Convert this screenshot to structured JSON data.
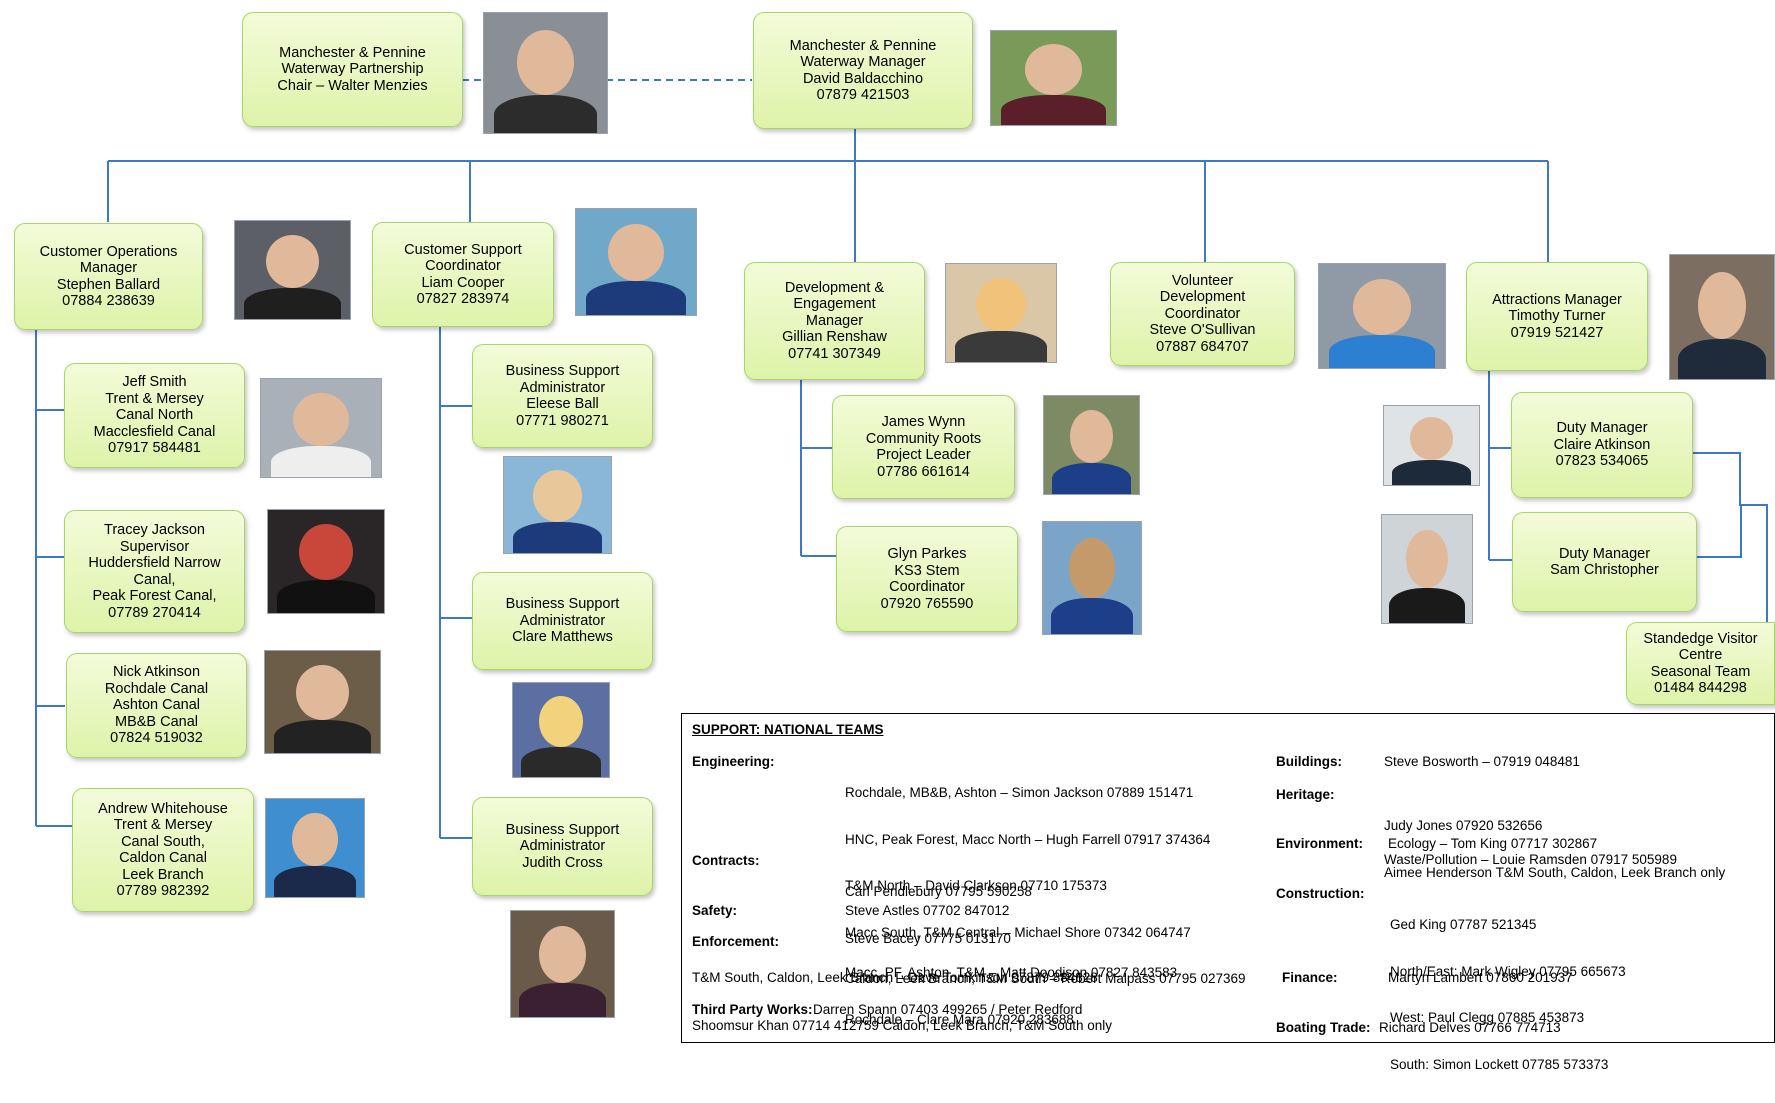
{
  "colors": {
    "box_fill": "#e3f5b3",
    "box_border": "#a9d46a",
    "connector": "#3f78c4",
    "support_border": "#000000"
  },
  "chair": {
    "lines": [
      "Manchester & Pennine",
      "Waterway Partnership",
      "Chair – Walter Menzies"
    ]
  },
  "manager": {
    "lines": [
      "Manchester & Pennine",
      "Waterway Manager",
      "David Baldacchino",
      "07879 421503"
    ]
  },
  "customer_ops": {
    "lines": [
      "Customer Operations",
      "Manager",
      "Stephen Ballard",
      "07884 238639"
    ]
  },
  "customer_support": {
    "lines": [
      "Customer Support",
      "Coordinator",
      "Liam Cooper",
      "07827 283974"
    ]
  },
  "development": {
    "lines": [
      "Development &",
      "Engagement",
      "Manager",
      "Gillian Renshaw",
      "07741 307349"
    ]
  },
  "volunteer": {
    "lines": [
      "Volunteer",
      "Development",
      "Coordinator",
      "Steve O'Sullivan",
      "07887 684707"
    ]
  },
  "attractions": {
    "lines": [
      "Attractions Manager",
      "Timothy Turner",
      "07919 521427"
    ]
  },
  "jeff": {
    "lines": [
      "Jeff Smith",
      "Trent & Mersey",
      "Canal North",
      "Macclesfield Canal",
      "07917 584481"
    ]
  },
  "tracey": {
    "lines": [
      "Tracey Jackson",
      "Supervisor",
      "Huddersfield Narrow",
      "Canal,",
      "Peak Forest Canal,",
      "07789 270414"
    ]
  },
  "nick": {
    "lines": [
      "Nick Atkinson",
      "Rochdale Canal",
      "Ashton Canal",
      "MB&B Canal",
      "07824 519032"
    ]
  },
  "andrew": {
    "lines": [
      "Andrew Whitehouse",
      "Trent & Mersey",
      "Canal South,",
      "Caldon Canal",
      "Leek Branch",
      "07789 982392"
    ]
  },
  "eleese": {
    "lines": [
      "Business Support",
      "Administrator",
      "Eleese Ball",
      "07771 980271"
    ]
  },
  "clare": {
    "lines": [
      "Business Support",
      "Administrator",
      "Clare Matthews"
    ]
  },
  "judith": {
    "lines": [
      "Business Support",
      "Administrator",
      "Judith Cross"
    ]
  },
  "james": {
    "lines": [
      "James Wynn",
      "Community Roots",
      "Project Leader",
      "07786 661614"
    ]
  },
  "glyn": {
    "lines": [
      "Glyn Parkes",
      "KS3 Stem",
      "Coordinator",
      "07920 765590"
    ]
  },
  "claire": {
    "lines": [
      "Duty Manager",
      "Claire Atkinson",
      "07823 534065"
    ]
  },
  "sam": {
    "lines": [
      "Duty Manager",
      "Sam Christopher"
    ]
  },
  "standedge": {
    "lines": [
      "Standedge Visitor",
      "Centre",
      "Seasonal Team",
      "01484 844298"
    ]
  },
  "support": {
    "title": "SUPPORT: NATIONAL TEAMS",
    "engineering_label": "Engineering:",
    "engineering": [
      "Rochdale, MB&B, Ashton – Simon Jackson 07889 151471",
      "HNC, Peak Forest, Macc North – Hugh Farrell 07917 374364",
      "T&M North – David Clarkson 07710 175373",
      "Macc South, T&M Central – Michael Shore 07342 064747",
      "Caldon, Leek Branch, T&M South – Robert Malpass 07795 027369"
    ],
    "contracts_label": "Contracts:",
    "contracts": [
      "Carl Pendlebury 07795 590258",
      "Steve Bacey 07775 013170"
    ],
    "safety_label": "Safety:",
    "safety": [
      "Steve Astles 07702 847012"
    ],
    "enforcement_label": "Enforcement:",
    "enforcement": [
      "Macc, PF, Ashton, T&M – Matt Doodison 07827 843583",
      "Rochdale – Clare Mara 07920 283688"
    ],
    "enforcement_extra": "T&M South, Caldon, Leek Branch – Dave Tomkinson 07879 884828",
    "third_party_label": "Third Party Works:",
    "third_party": [
      "Darren Spann 07403 499265 / Peter Redford",
      "Shoomsur Khan 07714 412759 Caldon, Leek Branch, T&M South only"
    ],
    "buildings_label": "Buildings:",
    "buildings": [
      "Steve Bosworth – 07919 048481"
    ],
    "heritage_label": "Heritage:",
    "heritage": [
      "Judy Jones 07920 532656",
      "Aimee Henderson T&M South, Caldon, Leek Branch only"
    ],
    "environment_label": "Environment:",
    "environment": [
      "Ecology – Tom King 07717 302867",
      "Waste/Pollution – Louie Ramsden 07917 505989"
    ],
    "construction_label": "Construction:",
    "construction": [
      "Ged King 07787 521345",
      "North/East: Mark Wigley 07795 665673",
      "West: Paul Clegg 07885 453873",
      "South: Simon Lockett 07785 573373"
    ],
    "finance_label": "Finance:",
    "finance": [
      "Martyn Lambert 07860 201937"
    ],
    "boating_label": "Boating Trade:",
    "boating": [
      "Richard Delves 07766 774713"
    ]
  }
}
